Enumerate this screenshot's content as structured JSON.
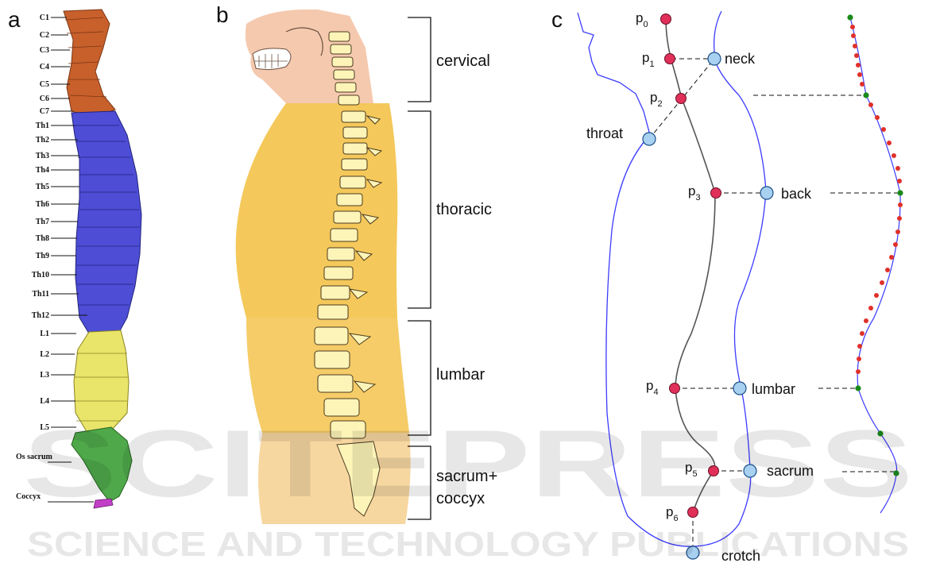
{
  "panels": {
    "a": {
      "letter": "a",
      "vertebra_labels": [
        "C1",
        "C2",
        "C3",
        "C4",
        "C5",
        "C6",
        "C7",
        "Th1",
        "Th2",
        "Th3",
        "Th4",
        "Th5",
        "Th6",
        "Th7",
        "Th8",
        "Th9",
        "Th10",
        "Th11",
        "Th12",
        "L1",
        "L2",
        "L3",
        "L4",
        "L5",
        "Os sacrum",
        "Coccyx"
      ],
      "colors": {
        "cervical": "#c8602c",
        "thoracic": "#4d4dd6",
        "lumbar": "#e9e46a",
        "sacrum": "#4fa94a",
        "coccyx": "#c23fc8"
      }
    },
    "b": {
      "letter": "b",
      "regions": [
        "cervical",
        "thoracic",
        "lumbar",
        "sacrum+",
        "coccyx"
      ],
      "colors": {
        "head": "#f5c9ae",
        "body": "#f4c85a",
        "lower": "#f7d7a0"
      }
    },
    "c": {
      "letter": "c",
      "points": [
        "p",
        "p",
        "p",
        "p",
        "p",
        "p",
        "p"
      ],
      "point_subs": [
        "0",
        "1",
        "2",
        "3",
        "4",
        "5",
        "6"
      ],
      "landmarks": [
        "neck",
        "throat",
        "back",
        "lumbar",
        "sacrum",
        "crotch"
      ],
      "colors": {
        "contour": "#3b3bff",
        "spine_point": "#e0305a",
        "landmark": "#a8d0f0",
        "node": "#1a8a1a"
      }
    }
  },
  "watermark": {
    "line1": "SCITEPRESS",
    "line2": "SCIENCE AND TECHNOLOGY PUBLICATIONS"
  }
}
